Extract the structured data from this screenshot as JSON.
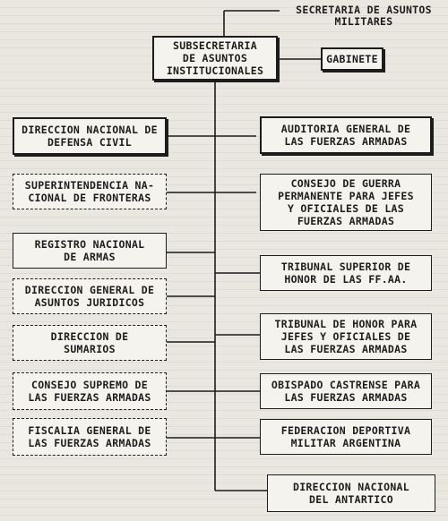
{
  "top": {
    "secretaria": "SECRETARIA DE ASUNTOS\nMILITARES",
    "subsecretaria": "SUBSECRETARIA\nDE ASUNTOS\nINSTITUCIONALES",
    "gabinete": "GABINETE"
  },
  "left": [
    "DIRECCION NACIONAL DE\nDEFENSA CIVIL",
    "SUPERINTENDENCIA NA-\nCIONAL DE FRONTERAS",
    "REGISTRO NACIONAL\nDE ARMAS",
    "DIRECCION GENERAL DE\nASUNTOS JURIDICOS",
    "DIRECCION DE\nSUMARIOS",
    "CONSEJO SUPREMO DE\nLAS FUERZAS ARMADAS",
    "FISCALIA GENERAL DE\nLAS FUERZAS ARMADAS"
  ],
  "right": [
    "AUDITORIA GENERAL DE\nLAS FUERZAS ARMADAS",
    "CONSEJO DE GUERRA\nPERMANENTE PARA JEFES\nY OFICIALES DE LAS\nFUERZAS ARMADAS",
    "TRIBUNAL SUPERIOR DE\nHONOR DE LAS FF.AA.",
    "TRIBUNAL DE HONOR PARA\nJEFES Y OFICIALES DE\nLAS FUERZAS ARMADAS",
    "OBISPADO CASTRENSE PARA\nLAS FUERZAS ARMADAS",
    "FEDERACION DEPORTIVA\nMILITAR ARGENTINA",
    "DIRECCION NACIONAL\nDEL ANTARTICO"
  ]
}
